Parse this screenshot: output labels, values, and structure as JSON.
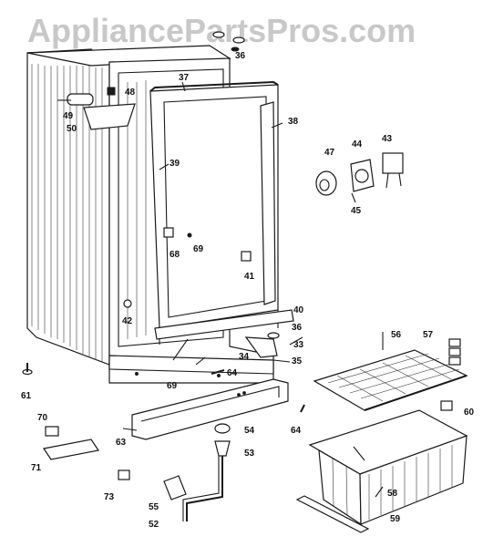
{
  "watermark": "AppliancePartsPros.com",
  "callouts": [
    "37",
    "36",
    "48",
    "49",
    "50",
    "38",
    "39",
    "47",
    "44",
    "43",
    "45",
    "68",
    "69",
    "41",
    "42",
    "40",
    "36",
    "33",
    "34",
    "35",
    "69",
    "64",
    "56",
    "57",
    "61",
    "60",
    "70",
    "63",
    "54",
    "64",
    "71",
    "53",
    "73",
    "55",
    "52",
    "59",
    "58"
  ]
}
